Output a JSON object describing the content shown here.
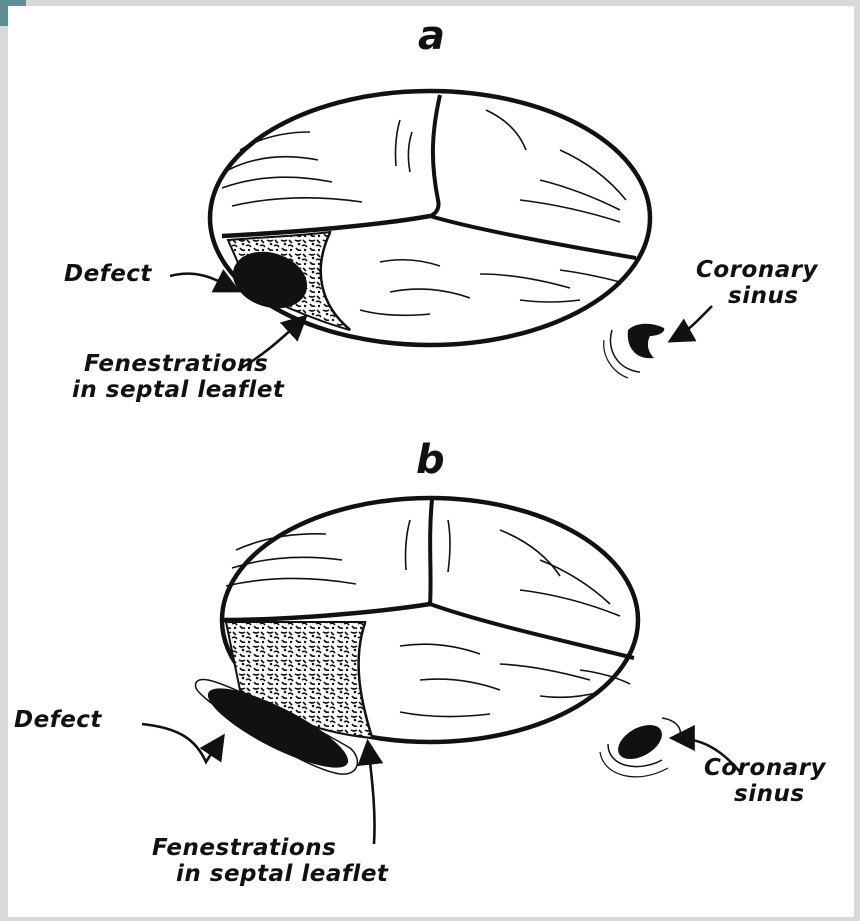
{
  "figure": {
    "panel_a": {
      "letter": "a",
      "labels": {
        "defect": "Defect",
        "fenestrations_line1": "Fenestrations",
        "fenestrations_line2": "in septal leaflet",
        "coronary_line1": "Coronary",
        "coronary_line2": "sinus"
      }
    },
    "panel_b": {
      "letter": "b",
      "labels": {
        "defect": "Defect",
        "fenestrations_line1": "Fenestrations",
        "fenestrations_line2": "in septal leaflet",
        "coronary_line1": "Coronary",
        "coronary_line2": "sinus"
      }
    }
  },
  "colors": {
    "ink": "#111111",
    "paper": "#ffffff",
    "frame": "#d9d9d9",
    "accent": "#5e8f96"
  }
}
